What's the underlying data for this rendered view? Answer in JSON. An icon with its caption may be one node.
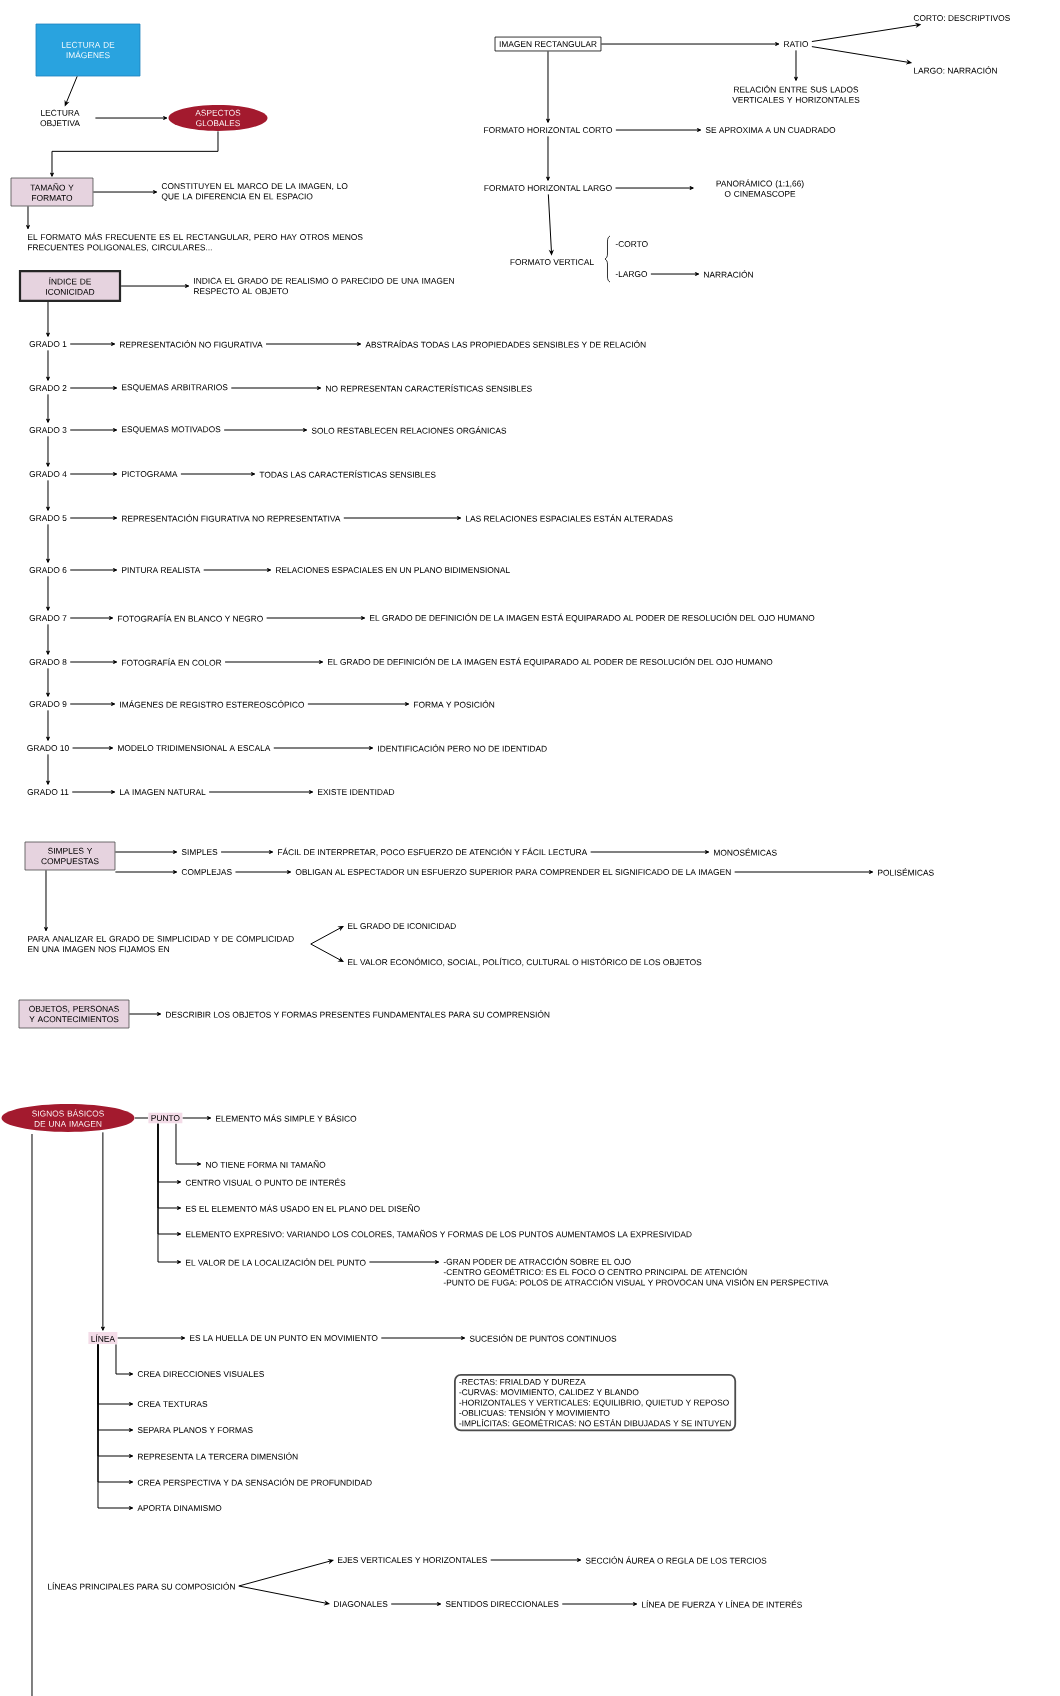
{
  "diagram": {
    "nodes": [
      {
        "text": [
          "LECTURA DE IMÁGENES"
        ]
      },
      {
        "text": [
          "LECTURA OBJETIVA"
        ]
      },
      {
        "text": [
          "ASPECTOS GLOBALES"
        ]
      },
      {
        "text": [
          "TAMAÑO Y FORMATO"
        ]
      },
      {
        "text": [
          "CONSTITUYEN EL MARCO DE LA IMAGEN, LO QUE LA DIFERENCIA EN EL ESPACIO"
        ]
      },
      {
        "text": [
          "EL FORMATO MÁS FRECUENTE ES EL RECTANGULAR, PERO HAY OTROS MENOS FRECUENTES POLIGONALES, CIRCULARES..."
        ]
      },
      {
        "text": [
          "IMAGEN RECTANGULAR"
        ]
      },
      {
        "text": [
          "RATIO"
        ]
      },
      {
        "text": [
          "CORTO: DESCRIPTIVOS"
        ]
      },
      {
        "text": [
          "LARGO: NARRACIÓN"
        ]
      },
      {
        "text": [
          "RELACIÓN ENTRE SUS LADOS VERTICALES Y HORIZONTALES"
        ]
      },
      {
        "text": [
          "FORMATO HORIZONTAL CORTO"
        ]
      },
      {
        "text": [
          "SE APROXIMA A UN CUADRADO"
        ]
      },
      {
        "text": [
          "FORMATO HORIZONTAL LARGO"
        ]
      },
      {
        "text": [
          "PANORÁMICO (1:1,66) O CINEMASCOPE"
        ]
      },
      {
        "text": [
          "FORMATO VERTICAL"
        ]
      },
      {
        "text": [
          "-CORTO"
        ]
      },
      {
        "text": [
          "-LARGO"
        ]
      },
      {
        "text": [
          "NARRACIÓN"
        ]
      },
      {
        "text": [
          "ÍNDICE DE ICONICIDAD"
        ]
      },
      {
        "text": [
          "INDICA EL GRADO DE REALISMO O PARECIDO DE UNA IMAGEN RESPECTO AL OBJETO"
        ]
      },
      {
        "text": [
          "GRADO 1"
        ]
      },
      {
        "text": [
          "REPRESENTACIÓN NO FIGURATIVA"
        ]
      },
      {
        "text": [
          "ABSTRAÍDAS TODAS LAS PROPIEDADES SENSIBLES Y DE RELACIÓN"
        ]
      },
      {
        "text": [
          "GRADO 2"
        ]
      },
      {
        "text": [
          "ESQUEMAS ARBITRARIOS"
        ]
      },
      {
        "text": [
          "NO REPRESENTAN CARACTERÍSTICAS SENSIBLES"
        ]
      },
      {
        "text": [
          "GRADO 3"
        ]
      },
      {
        "text": [
          "ESQUEMAS MOTIVADOS"
        ]
      },
      {
        "text": [
          "SOLO RESTABLECEN RELACIONES ORGÁNICAS"
        ]
      },
      {
        "text": [
          "GRADO 4"
        ]
      },
      {
        "text": [
          "PICTOGRAMA"
        ]
      },
      {
        "text": [
          "TODAS LAS CARACTERÍSTICAS SENSIBLES"
        ]
      },
      {
        "text": [
          "GRADO 5"
        ]
      },
      {
        "text": [
          "REPRESENTACIÓN FIGURATIVA NO REPRESENTATIVA"
        ]
      },
      {
        "text": [
          "LAS RELACIONES ESPACIALES ESTÁN ALTERADAS"
        ]
      },
      {
        "text": [
          "GRADO 6"
        ]
      },
      {
        "text": [
          "PINTURA REALISTA"
        ]
      },
      {
        "text": [
          "RELACIONES ESPACIALES EN UN PLANO BIDIMENSIONAL"
        ]
      },
      {
        "text": [
          "GRADO 7"
        ]
      },
      {
        "text": [
          "FOTOGRAFÍA EN BLANCO Y NEGRO"
        ]
      },
      {
        "text": [
          "EL GRADO DE DEFINICIÓN DE LA IMAGEN ESTÁ EQUIPARADO AL PODER DE RESOLUCIÓN DEL OJO HUMANO"
        ]
      },
      {
        "text": [
          "GRADO 8"
        ]
      },
      {
        "text": [
          "FOTOGRAFÍA EN COLOR"
        ]
      },
      {
        "text": [
          "EL GRADO DE DEFINICIÓN DE LA IMAGEN ESTÁ EQUIPARADO AL PODER DE RESOLUCIÓN DEL OJO HUMANO"
        ]
      },
      {
        "text": [
          "GRADO 9"
        ]
      },
      {
        "text": [
          "IMÁGENES DE REGISTRO ESTEREOSCÓPICO"
        ]
      },
      {
        "text": [
          "FORMA Y POSICIÓN"
        ]
      },
      {
        "text": [
          "GRADO 10"
        ]
      },
      {
        "text": [
          "MODELO TRIDIMENSIONAL A ESCALA"
        ]
      },
      {
        "text": [
          "IDENTIFICACIÓN PERO NO DE IDENTIDAD"
        ]
      },
      {
        "text": [
          "GRADO 11"
        ]
      },
      {
        "text": [
          "LA IMAGEN NATURAL"
        ]
      },
      {
        "text": [
          "EXISTE IDENTIDAD"
        ]
      },
      {
        "text": [
          "SIMPLES Y COMPUESTAS"
        ]
      },
      {
        "text": [
          "SIMPLES"
        ]
      },
      {
        "text": [
          "FÁCIL DE INTERPRETAR, POCO ESFUERZO DE ATENCIÓN Y FÁCIL LECTURA"
        ]
      },
      {
        "text": [
          "MONOSÉMICAS"
        ]
      },
      {
        "text": [
          "COMPLEJAS"
        ]
      },
      {
        "text": [
          "OBLIGAN AL ESPECTADOR UN ESFUERZO SUPERIOR PARA COMPRENDER EL SIGNIFICADO DE LA IMAGEN"
        ]
      },
      {
        "text": [
          "POLISÉMICAS"
        ]
      },
      {
        "text": [
          "PARA ANALIZAR EL GRADO DE SIMPLICIDAD Y DE COMPLICIDAD EN UNA IMAGEN NOS FIJAMOS EN"
        ]
      },
      {
        "text": [
          "EL GRADO DE ICONICIDAD"
        ]
      },
      {
        "text": [
          "EL VALOR ECONÓMICO, SOCIAL, POLÍTICO, CULTURAL O HISTÓRICO DE LOS OBJETOS"
        ]
      },
      {
        "text": [
          "OBJETOS, PERSONAS Y ACONTECIMIENTOS"
        ]
      },
      {
        "text": [
          "DESCRIBIR LOS OBJETOS Y FORMAS PRESENTES FUNDAMENTALES PARA SU COMPRENSIÓN"
        ]
      },
      {
        "text": [
          "SIGNOS BÁSICOS DE UNA IMAGEN"
        ]
      },
      {
        "text": [
          "PUNTO"
        ]
      },
      {
        "text": [
          "ELEMENTO MÁS SIMPLE Y BÁSICO"
        ]
      },
      {
        "text": [
          "NO TIENE FORMA NI TAMAÑO"
        ]
      },
      {
        "text": [
          "CENTRO VISUAL O PUNTO DE INTERÉS"
        ]
      },
      {
        "text": [
          "ES EL ELEMENTO MÁS USADO EN EL PLANO DEL DISEÑO"
        ]
      },
      {
        "text": [
          "ELEMENTO EXPRESIVO: VARIANDO LOS COLORES, TAMAÑOS Y FORMAS DE LOS PUNTOS AUMENTAMOS LA EXPRESIVIDAD"
        ]
      },
      {
        "text": [
          "EL VALOR DE LA LOCALIZACIÓN DEL PUNTO"
        ]
      },
      {
        "text": [
          "-GRAN PODER DE ATRACCIÓN SOBRE EL OJO",
          "-CENTRO GEOMÉTRICO: ES EL FOCO O CENTRO PRINCIPAL DE ATENCIÓN",
          "-PUNTO DE FUGA: POLOS DE ATRACCIÓN VISUAL Y PROVOCAN UNA VISIÓN EN PERSPECTIVA"
        ]
      },
      {
        "text": [
          "LÍNEA"
        ]
      },
      {
        "text": [
          "ES LA HUELLA DE UN PUNTO EN MOVIMIENTO"
        ]
      },
      {
        "text": [
          "SUCESIÓN DE PUNTOS CONTINUOS"
        ]
      },
      {
        "text": [
          "CREA DIRECCIONES VISUALES"
        ]
      },
      {
        "text": [
          "CREA TEXTURAS"
        ]
      },
      {
        "text": [
          "SEPARA PLANOS Y FORMAS"
        ]
      },
      {
        "text": [
          "REPRESENTA LA TERCERA DIMENSIÓN"
        ]
      },
      {
        "text": [
          "CREA PERSPECTIVA Y DA SENSACIÓN DE PROFUNDIDAD"
        ]
      },
      {
        "text": [
          "APORTA DINAMISMO"
        ]
      },
      {
        "text": [
          "-RECTAS: FRIALDAD Y DUREZA",
          "-CURVAS: MOVIMIENTO, CALIDEZ Y BLANDO",
          "-HORIZONTALES Y VERTICALES: EQUILIBRIO, QUIETUD Y REPOSO",
          "-OBLICUAS: TENSIÓN Y MOVIMIENTO",
          "-IMPLÍCITAS: GEOMÉTRICAS: NO ESTÁN DIBUJADAS Y SE INTUYEN"
        ]
      },
      {
        "text": [
          "LÍNEAS PRINCIPALES PARA SU COMPOSICIÓN"
        ]
      },
      {
        "text": [
          "EJES VERTICALES Y HORIZONTALES"
        ]
      },
      {
        "text": [
          "SECCIÓN ÁUREA O REGLA DE LOS TERCIOS"
        ]
      },
      {
        "text": [
          "DIAGONALES"
        ]
      },
      {
        "text": [
          "SENTIDOS DIRECCIONALES"
        ]
      },
      {
        "text": [
          "LÍNEA DE FUERZA Y LÍNEA DE INTERÉS"
        ]
      }
    ],
    "edges": [
      {
        "from": 0,
        "to": 1,
        "arrow": "to"
      },
      {
        "from": 1,
        "to": 2,
        "arrow": "to"
      },
      {
        "from": 2,
        "to": 3,
        "arrow": "to"
      },
      {
        "from": 3,
        "to": 4,
        "arrow": "to"
      },
      {
        "from": 3,
        "to": 5,
        "arrow": "to"
      },
      {
        "from": 6,
        "to": 7,
        "arrow": "to"
      },
      {
        "from": 7,
        "to": 8,
        "arrow": "to"
      },
      {
        "from": 7,
        "to": 9,
        "arrow": "to"
      },
      {
        "from": 7,
        "to": 10,
        "arrow": "to"
      },
      {
        "from": 6,
        "to": 11,
        "arrow": "to"
      },
      {
        "from": 11,
        "to": 12,
        "arrow": "to"
      },
      {
        "from": 11,
        "to": 13,
        "arrow": "to"
      },
      {
        "from": 13,
        "to": 14,
        "arrow": "to"
      },
      {
        "from": 13,
        "to": 15,
        "arrow": "to"
      },
      {
        "from": 17,
        "to": 18,
        "arrow": "to"
      },
      {
        "from": 19,
        "to": 20,
        "arrow": "to"
      },
      {
        "from": 19,
        "to": 21,
        "arrow": "to"
      },
      {
        "from": 21,
        "to": 22,
        "arrow": "to"
      },
      {
        "from": 22,
        "to": 23,
        "arrow": "to"
      },
      {
        "from": 21,
        "to": 24,
        "arrow": "to"
      },
      {
        "from": 24,
        "to": 25,
        "arrow": "to"
      },
      {
        "from": 25,
        "to": 26,
        "arrow": "to"
      },
      {
        "from": 24,
        "to": 27,
        "arrow": "to"
      },
      {
        "from": 27,
        "to": 28,
        "arrow": "to"
      },
      {
        "from": 28,
        "to": 29,
        "arrow": "to"
      },
      {
        "from": 27,
        "to": 30,
        "arrow": "to"
      },
      {
        "from": 30,
        "to": 31,
        "arrow": "to"
      },
      {
        "from": 31,
        "to": 32,
        "arrow": "to"
      },
      {
        "from": 30,
        "to": 33,
        "arrow": "to"
      },
      {
        "from": 33,
        "to": 34,
        "arrow": "to"
      },
      {
        "from": 34,
        "to": 35,
        "arrow": "to"
      },
      {
        "from": 33,
        "to": 36,
        "arrow": "to"
      },
      {
        "from": 36,
        "to": 37,
        "arrow": "to"
      },
      {
        "from": 37,
        "to": 38,
        "arrow": "to"
      },
      {
        "from": 36,
        "to": 39,
        "arrow": "to"
      },
      {
        "from": 39,
        "to": 40,
        "arrow": "to"
      },
      {
        "from": 40,
        "to": 41,
        "arrow": "to"
      },
      {
        "from": 39,
        "to": 42,
        "arrow": "to"
      },
      {
        "from": 42,
        "to": 43,
        "arrow": "to"
      },
      {
        "from": 43,
        "to": 44,
        "arrow": "to"
      },
      {
        "from": 42,
        "to": 45,
        "arrow": "to"
      },
      {
        "from": 45,
        "to": 46,
        "arrow": "to"
      },
      {
        "from": 46,
        "to": 47,
        "arrow": "to"
      },
      {
        "from": 45,
        "to": 48,
        "arrow": "to"
      },
      {
        "from": 48,
        "to": 49,
        "arrow": "to"
      },
      {
        "from": 49,
        "to": 50,
        "arrow": "to"
      },
      {
        "from": 48,
        "to": 51,
        "arrow": "to"
      },
      {
        "from": 51,
        "to": 52,
        "arrow": "to"
      },
      {
        "from": 52,
        "to": 53,
        "arrow": "to"
      },
      {
        "from": 54,
        "to": 55,
        "arrow": "to"
      },
      {
        "from": 55,
        "to": 56,
        "arrow": "to"
      },
      {
        "from": 56,
        "to": 57,
        "arrow": "to"
      },
      {
        "from": 54,
        "to": 58,
        "arrow": "to"
      },
      {
        "from": 58,
        "to": 59,
        "arrow": "to"
      },
      {
        "from": 59,
        "to": 60,
        "arrow": "to"
      },
      {
        "from": 54,
        "to": 61,
        "arrow": "to"
      },
      {
        "from": 61,
        "to": 62,
        "arrow": "to"
      },
      {
        "from": 61,
        "to": 63,
        "arrow": "to"
      },
      {
        "from": 64,
        "to": 65,
        "arrow": "to"
      },
      {
        "from": 66,
        "to": 67,
        "arrow": "none"
      },
      {
        "from": 67,
        "to": 68,
        "arrow": "to"
      },
      {
        "from": 67,
        "to": 69,
        "arrow": "to"
      },
      {
        "from": 67,
        "to": 70,
        "arrow": "to"
      },
      {
        "from": 67,
        "to": 71,
        "arrow": "to"
      },
      {
        "from": 67,
        "to": 72,
        "arrow": "to"
      },
      {
        "from": 67,
        "to": 73,
        "arrow": "to"
      },
      {
        "from": 73,
        "to": 74,
        "arrow": "to"
      },
      {
        "from": 66,
        "to": 75,
        "arrow": "to"
      },
      {
        "from": 75,
        "to": 76,
        "arrow": "to"
      },
      {
        "from": 76,
        "to": 77,
        "arrow": "to"
      },
      {
        "from": 75,
        "to": 78,
        "arrow": "to"
      },
      {
        "from": 75,
        "to": 79,
        "arrow": "to"
      },
      {
        "from": 75,
        "to": 80,
        "arrow": "to"
      },
      {
        "from": 75,
        "to": 81,
        "arrow": "to"
      },
      {
        "from": 75,
        "to": 82,
        "arrow": "to"
      },
      {
        "from": 75,
        "to": 83,
        "arrow": "to"
      },
      {
        "from": 66,
        "to": null,
        "arrow": "none"
      },
      {
        "from": 85,
        "to": 86,
        "arrow": "to"
      },
      {
        "from": 85,
        "to": 88,
        "arrow": "to"
      },
      {
        "from": 86,
        "to": 87,
        "arrow": "to"
      },
      {
        "from": 88,
        "to": 89,
        "arrow": "to"
      },
      {
        "from": 89,
        "to": 90,
        "arrow": "to"
      }
    ]
  }
}
